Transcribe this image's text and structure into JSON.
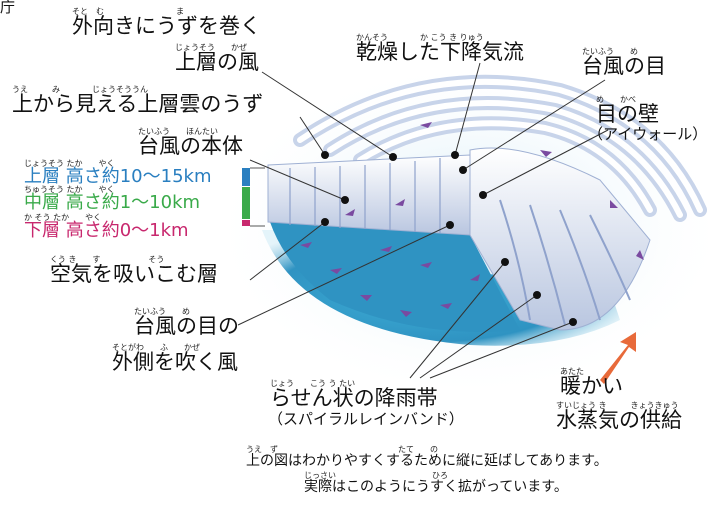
{
  "corner_text": "庁",
  "labels": {
    "outward": {
      "ruby": "そと　む　　　　　　　　　ま",
      "text": "外向きにうずを巻く"
    },
    "upper_wind": {
      "ruby": "じょうそう　　かぜ",
      "text": "上層の風"
    },
    "dry_downdraft": {
      "ruby": "かんそう　　　　か こう き りゅう",
      "text": "乾燥した下降気流"
    },
    "eye": {
      "ruby": "たいふう　　め",
      "text": "台風の目"
    },
    "upper_cloud": {
      "ruby": "うえ　　　み　　　　じょうそううん",
      "text": "上から見える上層雲のうず"
    },
    "eyewall": {
      "ruby": "め　　かべ",
      "text": "目の壁",
      "sub": "（アイウォール）"
    },
    "body": {
      "ruby": "たいふう　　ほんたい",
      "text": "台風の本体"
    },
    "layer_upper": {
      "ruby": "じょうそう たか　　やく",
      "text": "上層 高さ約10～15km",
      "color": "#2a7fc0"
    },
    "layer_middle": {
      "ruby": "ちゅうそう たか　　やく",
      "text": "中層 高さ約1～10km",
      "color": "#3aaa4a"
    },
    "layer_lower": {
      "ruby": "か そう たか　　やく",
      "text": "下層 高さ約0～1km",
      "color": "#c8286e"
    },
    "inflow": {
      "ruby": "くう き　　す　　　　　　そう",
      "text": "空気を吸いこむ層"
    },
    "outer_eye_line1": {
      "ruby": "たいふう　　め",
      "text": "台風の目の"
    },
    "outer_eye_line2": {
      "ruby": "そとがわ　　ふ　　かぜ",
      "text": "外側を吹く風"
    },
    "rainband": {
      "ruby": "じょう　　こう う たい",
      "text": "らせん状の降雨帯",
      "sub": "（スパイラルレインバンド）"
    },
    "warm_line1": {
      "ruby": "あたた",
      "text": "暖かい"
    },
    "warm_line2": {
      "ruby": "すいじょう き　　　きょうきゅう",
      "text": "水蒸気の供給"
    }
  },
  "note": {
    "line1_ruby": "うえ　ず　　　　　　　　　　　　　　　たて　　の",
    "line1": "上の図はわかりやすくするために縦に延ばしてあります。",
    "line2_ruby": "じっさい　　　　　　　　　　　　ひろ",
    "line2": "実際はこのようにうすく拡がっています。"
  },
  "colors": {
    "upper": "#2a7fc0",
    "middle": "#3aaa4a",
    "lower": "#c8286e",
    "sea": "#3a9cc8",
    "arrow": "#7a4aa0",
    "warm_arrow": "#e86a3a"
  }
}
